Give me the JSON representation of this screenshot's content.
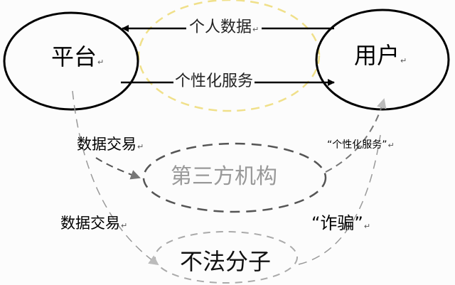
{
  "nodes": {
    "platform": "平台",
    "user": "用户",
    "third_party": "第三方机构",
    "criminals": "不法分子"
  },
  "edges": {
    "personal_data": "个人数据",
    "personalized_service": "个性化服务",
    "data_trade_1": "数据交易",
    "quoted_personalized_service": "“个性化服务”",
    "data_trade_2": "数据交易",
    "fraud": "“诈骗”"
  },
  "return_mark": "↵",
  "colors": {
    "highlight": "#f0e08a",
    "gray": "#888888"
  }
}
